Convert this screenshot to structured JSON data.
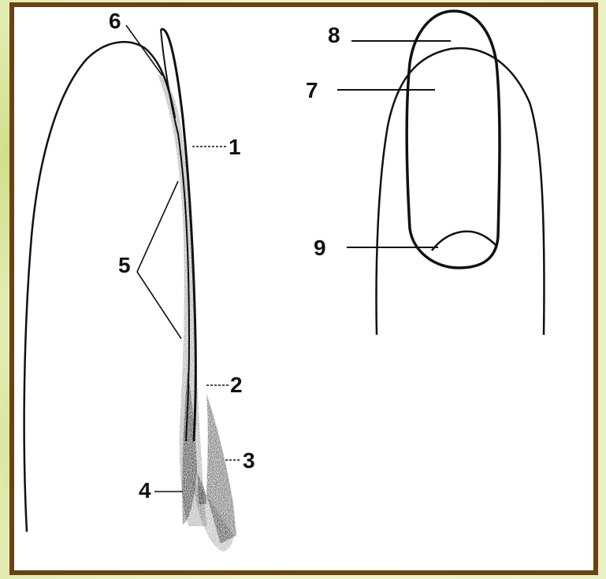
{
  "labels": {
    "l1": "1",
    "l2": "2",
    "l3": "3",
    "l4": "4",
    "l5": "5",
    "l6": "6",
    "l7": "7",
    "l8": "8",
    "l9": "9"
  },
  "colors": {
    "frame": "#6b4212",
    "background": "#e8efc0",
    "ink": "#111111"
  }
}
